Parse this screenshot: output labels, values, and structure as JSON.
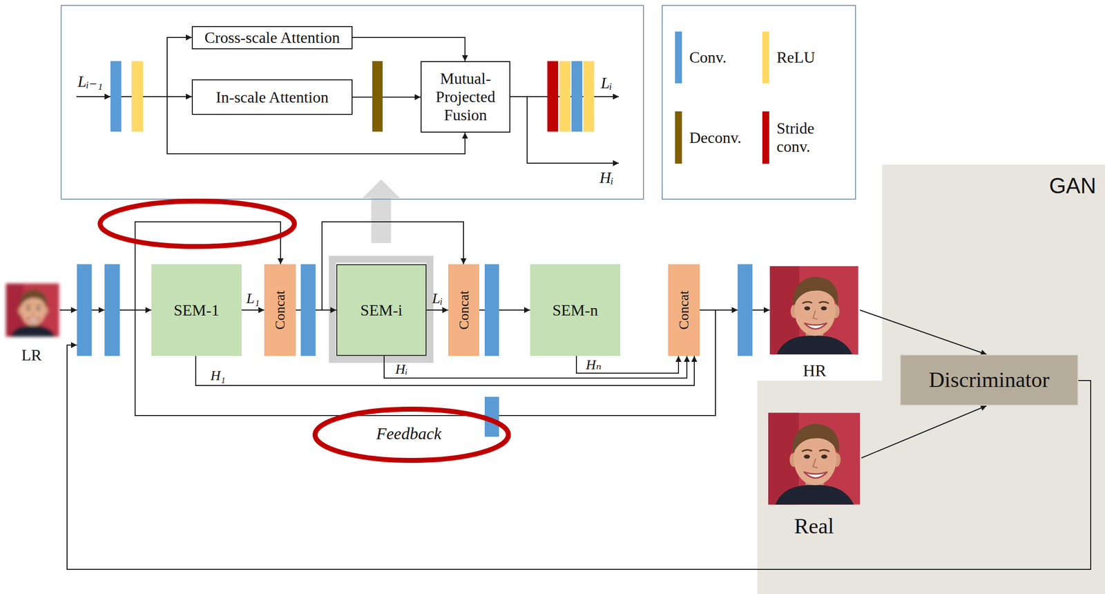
{
  "diagram": {
    "nodes": [
      {
        "text": [
          "Cross-scale Attention"
        ]
      },
      {
        "text": [
          "In-scale Attention"
        ]
      },
      {
        "text": [
          "Mutual- Projected Fusion"
        ]
      },
      {
        "text": [
          "SEM-1"
        ]
      },
      {
        "text": [
          "Concat"
        ]
      },
      {
        "text": [
          "SEM-i"
        ]
      },
      {
        "text": [
          "Concat"
        ]
      },
      {
        "text": [
          "SEM-n"
        ]
      },
      {
        "text": [
          "Concat"
        ]
      },
      {
        "text": [
          "GAN"
        ]
      },
      {
        "text": [
          "Discriminator"
        ],
        "in": 9
      }
    ],
    "edges": [
      {
        "from": 0,
        "to": 2,
        "arrow": "to"
      },
      {
        "from": 1,
        "to": 2,
        "arrow": "to"
      },
      {
        "from": 3,
        "to": 4,
        "arrow": "to",
        "label": "L₁"
      },
      {
        "from": 4,
        "to": 5,
        "arrow": "to"
      },
      {
        "from": 5,
        "to": 6,
        "arrow": "to",
        "label": "Lᵢ"
      },
      {
        "from": 4,
        "to": 6,
        "arrow": "to"
      },
      {
        "from": 6,
        "to": 7,
        "arrow": "to"
      },
      {
        "from": 3,
        "to": 8,
        "arrow": "to",
        "label": "H₁"
      },
      {
        "from": 5,
        "to": 8,
        "arrow": "to",
        "label": "Hᵢ"
      },
      {
        "from": 7,
        "to": 8,
        "arrow": "to",
        "label": "Hₙ"
      },
      {
        "from": 8,
        "to": 4,
        "arrow": "to",
        "label": "Feedback"
      }
    ],
    "labels": [
      "Lᵢ₋₁",
      "Lᵢ",
      "Hᵢ",
      "LR",
      "HR",
      "Real"
    ],
    "legend": [
      {
        "text": "Conv.",
        "color": "#5b9bd5"
      },
      {
        "text": "ReLU",
        "color": "#ffd966"
      },
      {
        "text": "Deconv.",
        "color": "#7f6000"
      },
      {
        "text": "Stride conv.",
        "color": "#c00000"
      }
    ]
  }
}
